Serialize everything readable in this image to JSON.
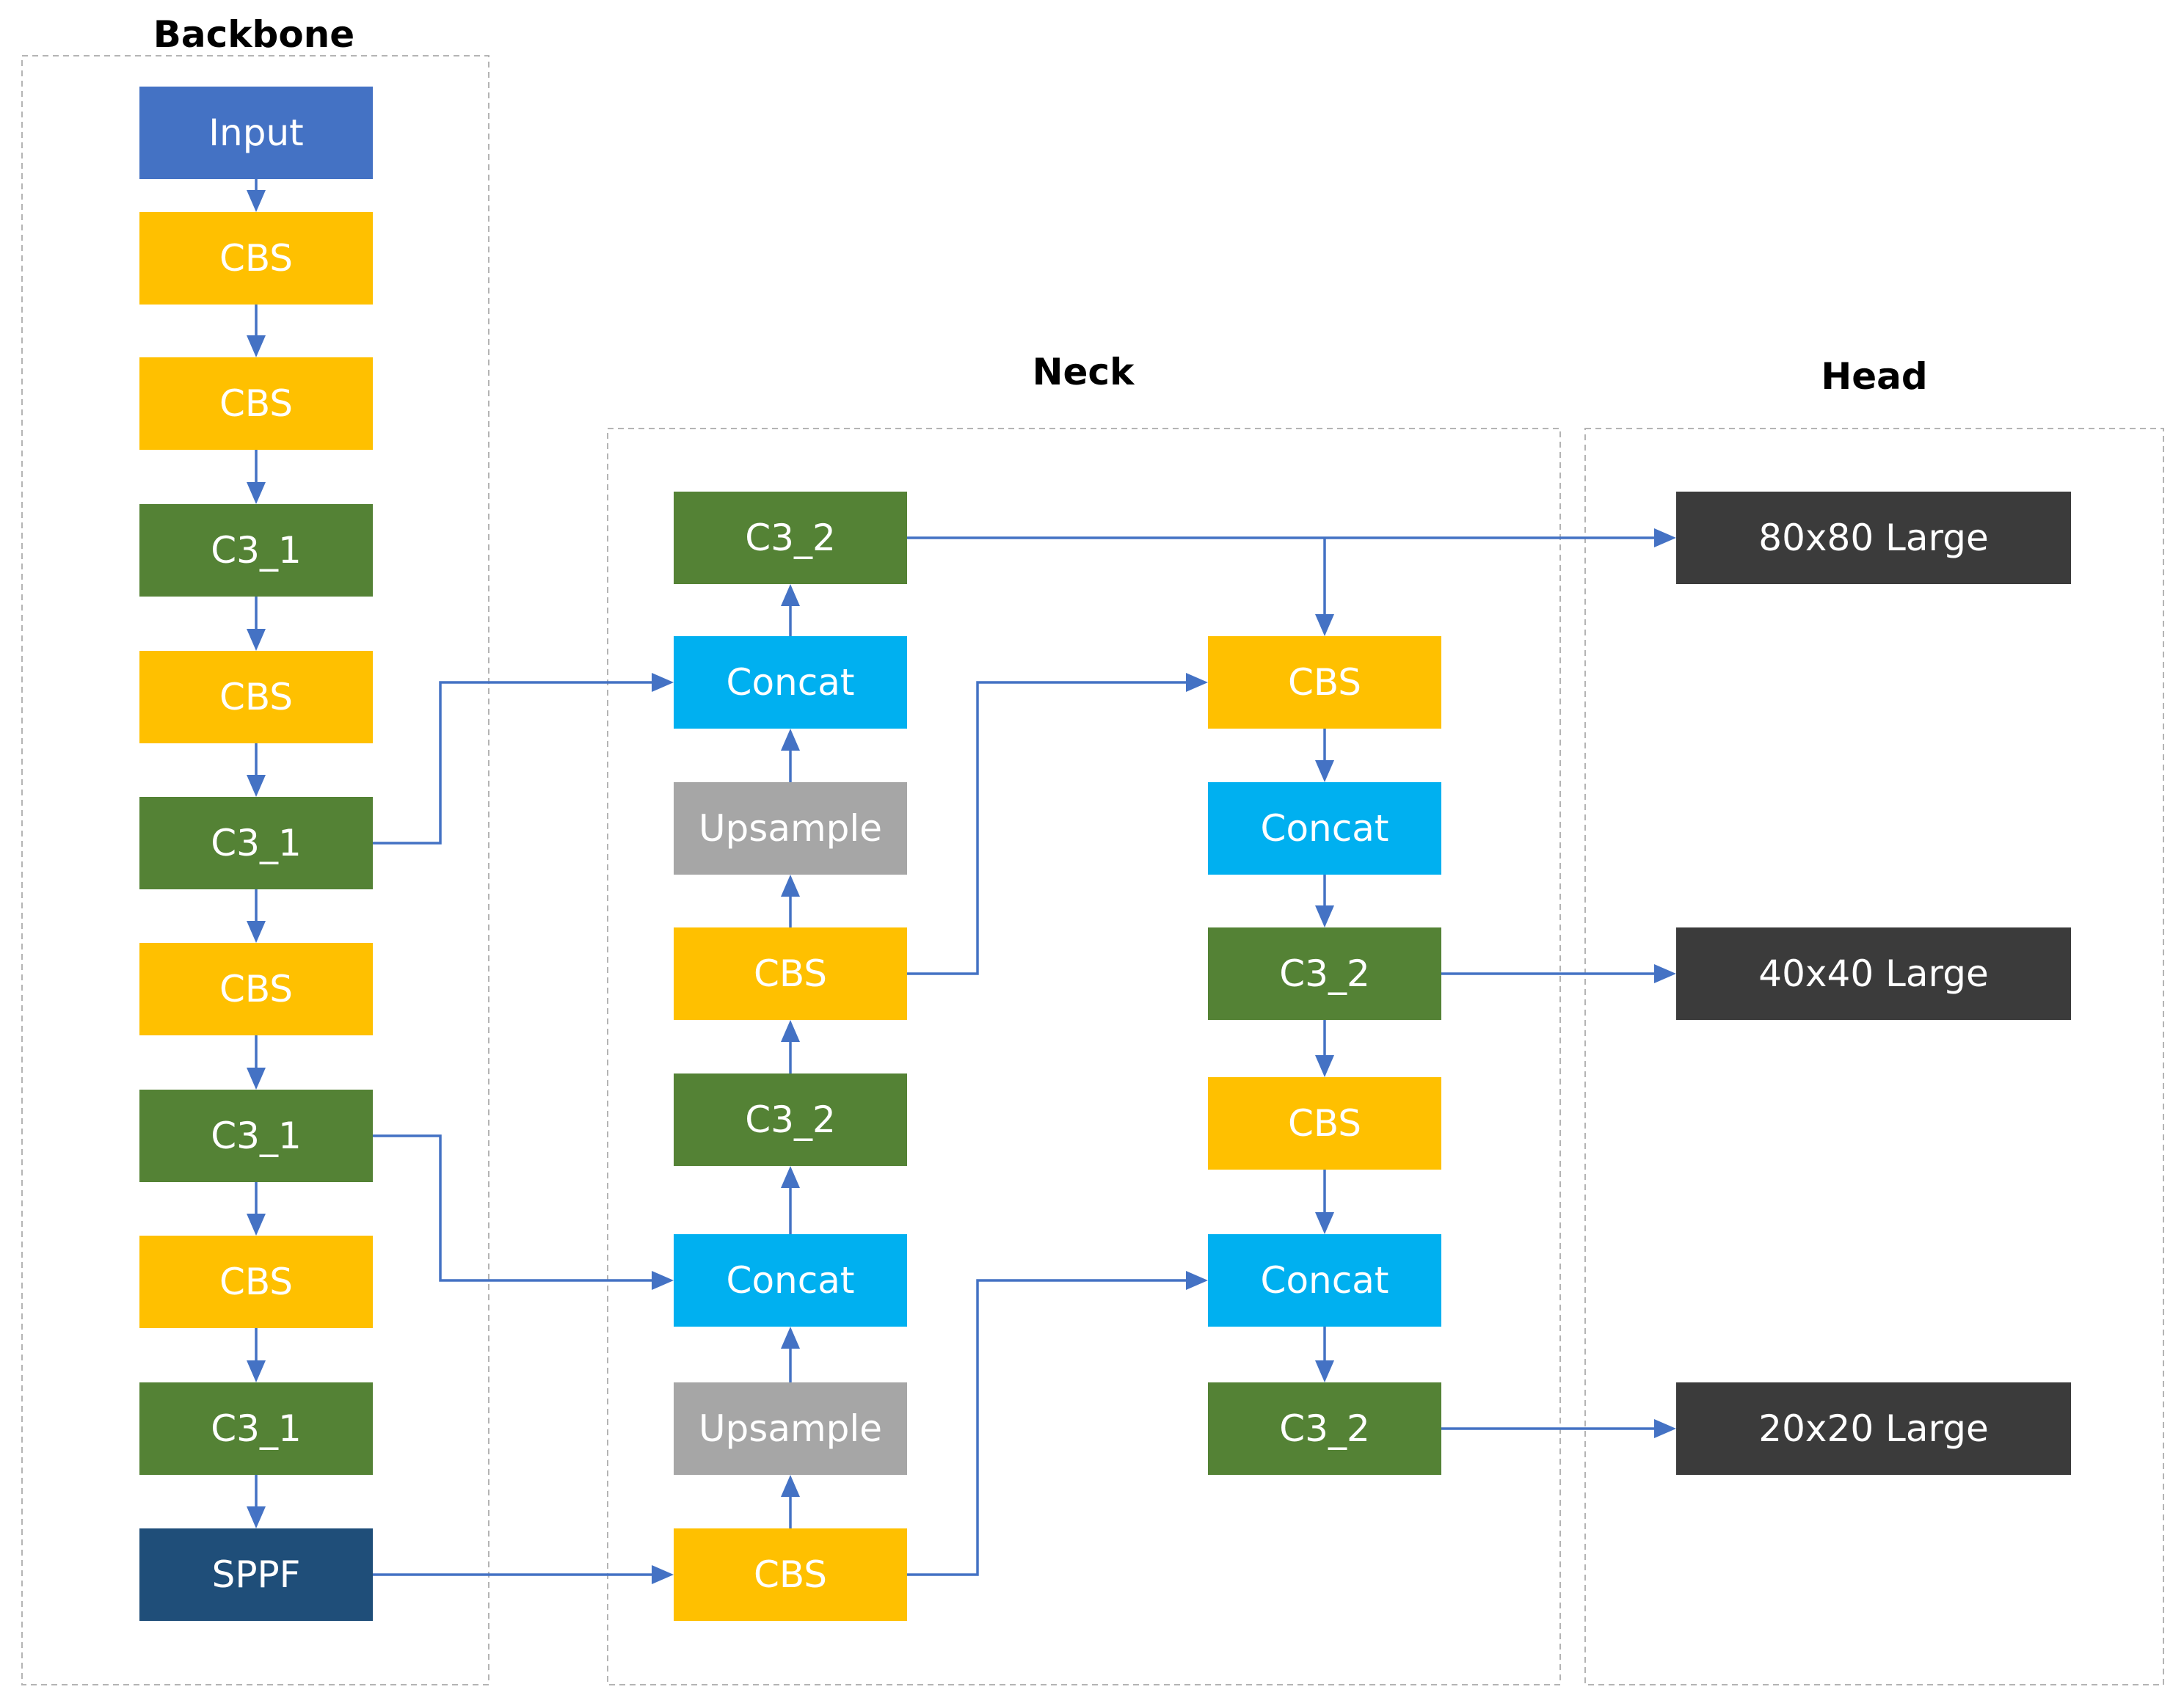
{
  "sections": {
    "backbone": "Backbone",
    "neck": "Neck",
    "head": "Head"
  },
  "colors": {
    "input": "#4472c4",
    "CBS": "#ffc000",
    "C3": "#548235",
    "Concat": "#00b0f0",
    "Upsample": "#a6a6a6",
    "SPPF": "#1f4e79",
    "output": "#3b3b3b",
    "arrow": "#4472c4"
  },
  "nodes": [
    {
      "id": "b_input",
      "label": "Input",
      "kind": "input"
    },
    {
      "id": "b_cbs1",
      "label": "CBS",
      "kind": "CBS"
    },
    {
      "id": "b_cbs2",
      "label": "CBS",
      "kind": "CBS"
    },
    {
      "id": "b_c31a",
      "label": "C3_1",
      "kind": "C3"
    },
    {
      "id": "b_cbs3",
      "label": "CBS",
      "kind": "CBS"
    },
    {
      "id": "b_c31b",
      "label": "C3_1",
      "kind": "C3"
    },
    {
      "id": "b_cbs4",
      "label": "CBS",
      "kind": "CBS"
    },
    {
      "id": "b_c31c",
      "label": "C3_1",
      "kind": "C3"
    },
    {
      "id": "b_cbs5",
      "label": "CBS",
      "kind": "CBS"
    },
    {
      "id": "b_c31d",
      "label": "C3_1",
      "kind": "C3"
    },
    {
      "id": "b_sppf",
      "label": "SPPF",
      "kind": "SPPF"
    },
    {
      "id": "n1_c32a",
      "label": "C3_2",
      "kind": "C3"
    },
    {
      "id": "n1_concat1",
      "label": "Concat",
      "kind": "Concat"
    },
    {
      "id": "n1_up1",
      "label": "Upsample",
      "kind": "Upsample"
    },
    {
      "id": "n1_cbs1",
      "label": "CBS",
      "kind": "CBS"
    },
    {
      "id": "n1_c32b",
      "label": "C3_2",
      "kind": "C3"
    },
    {
      "id": "n1_concat2",
      "label": "Concat",
      "kind": "Concat"
    },
    {
      "id": "n1_up2",
      "label": "Upsample",
      "kind": "Upsample"
    },
    {
      "id": "n1_cbs2",
      "label": "CBS",
      "kind": "CBS"
    },
    {
      "id": "n2_cbs1",
      "label": "CBS",
      "kind": "CBS"
    },
    {
      "id": "n2_concat1",
      "label": "Concat",
      "kind": "Concat"
    },
    {
      "id": "n2_c32a",
      "label": "C3_2",
      "kind": "C3"
    },
    {
      "id": "n2_cbs2",
      "label": "CBS",
      "kind": "CBS"
    },
    {
      "id": "n2_concat2",
      "label": "Concat",
      "kind": "Concat"
    },
    {
      "id": "n2_c32b",
      "label": "C3_2",
      "kind": "C3"
    },
    {
      "id": "h_80",
      "label": "80x80 Large",
      "kind": "output"
    },
    {
      "id": "h_40",
      "label": "40x40 Large",
      "kind": "output"
    },
    {
      "id": "h_20",
      "label": "20x20 Large",
      "kind": "output"
    }
  ],
  "edges": [
    {
      "from": "b_input",
      "to": "b_cbs1"
    },
    {
      "from": "b_cbs1",
      "to": "b_cbs2"
    },
    {
      "from": "b_cbs2",
      "to": "b_c31a"
    },
    {
      "from": "b_c31a",
      "to": "b_cbs3"
    },
    {
      "from": "b_cbs3",
      "to": "b_c31b"
    },
    {
      "from": "b_c31b",
      "to": "b_cbs4"
    },
    {
      "from": "b_cbs4",
      "to": "b_c31c"
    },
    {
      "from": "b_c31c",
      "to": "b_cbs5"
    },
    {
      "from": "b_cbs5",
      "to": "b_c31d"
    },
    {
      "from": "b_c31d",
      "to": "b_sppf"
    },
    {
      "from": "b_c31b",
      "to": "n1_concat1"
    },
    {
      "from": "b_c31c",
      "to": "n1_concat2"
    },
    {
      "from": "b_sppf",
      "to": "n1_cbs2"
    },
    {
      "from": "n1_cbs2",
      "to": "n1_up2"
    },
    {
      "from": "n1_up2",
      "to": "n1_concat2"
    },
    {
      "from": "n1_concat2",
      "to": "n1_c32b"
    },
    {
      "from": "n1_c32b",
      "to": "n1_cbs1"
    },
    {
      "from": "n1_cbs1",
      "to": "n1_up1"
    },
    {
      "from": "n1_up1",
      "to": "n1_concat1"
    },
    {
      "from": "n1_concat1",
      "to": "n1_c32a"
    },
    {
      "from": "n1_c32a",
      "to": "h_80"
    },
    {
      "from": "n1_c32a",
      "to": "n2_cbs1"
    },
    {
      "from": "n1_cbs1",
      "to": "n2_cbs1"
    },
    {
      "from": "n2_cbs1",
      "to": "n2_concat1"
    },
    {
      "from": "n2_concat1",
      "to": "n2_c32a"
    },
    {
      "from": "n2_c32a",
      "to": "h_40"
    },
    {
      "from": "n2_c32a",
      "to": "n2_cbs2"
    },
    {
      "from": "n2_cbs2",
      "to": "n2_concat2"
    },
    {
      "from": "n1_cbs2",
      "to": "n2_concat2"
    },
    {
      "from": "n2_concat2",
      "to": "n2_c32b"
    },
    {
      "from": "n2_c32b",
      "to": "h_20"
    }
  ]
}
